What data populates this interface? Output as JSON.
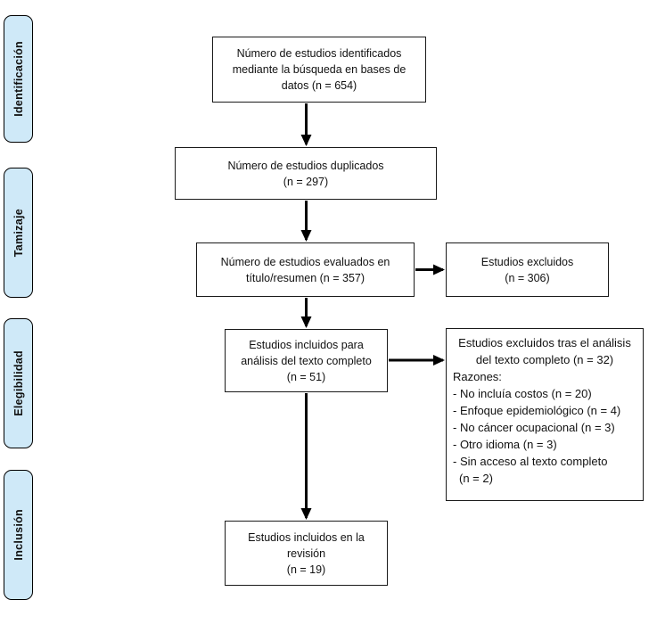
{
  "colors": {
    "sidebar_fill": "#cfe9f8",
    "box_border": "#1a1a1a",
    "arrow": "#000000",
    "background": "#ffffff"
  },
  "sidebar": {
    "items": [
      {
        "label": "Identificación"
      },
      {
        "label": "Tamizaje"
      },
      {
        "label": "Elegibilidad"
      },
      {
        "label": "Inclusión"
      }
    ]
  },
  "boxes": {
    "identified": {
      "lines": [
        "Número de estudios identificados",
        "mediante la búsqueda en bases de",
        "datos (n = 654)"
      ]
    },
    "duplicates": {
      "lines": [
        "Número de estudios duplicados",
        "(n = 297)"
      ]
    },
    "screened": {
      "lines": [
        "Número de estudios evaluados en",
        "título/resumen (n = 357)"
      ]
    },
    "excluded_screening": {
      "lines": [
        "Estudios excluidos",
        "(n = 306)"
      ]
    },
    "fulltext_included": {
      "lines": [
        "Estudios incluidos para",
        "análisis del texto completo",
        "(n = 51)"
      ]
    },
    "excluded_fulltext": {
      "title_lines": [
        "Estudios excluidos tras el análisis",
        "del texto completo (n = 32)"
      ],
      "reasons_label": "Razones:",
      "reasons": [
        "- No incluía costos (n = 20)",
        "- Enfoque epidemiológico (n = 4)",
        "- No cáncer ocupacional (n = 3)",
        "- Otro idioma (n = 3)",
        "- Sin acceso al texto completo"
      ],
      "reason_continuation": "(n = 2)"
    },
    "included_review": {
      "lines": [
        "Estudios incluidos en la",
        "revisión",
        "(n = 19)"
      ]
    }
  }
}
